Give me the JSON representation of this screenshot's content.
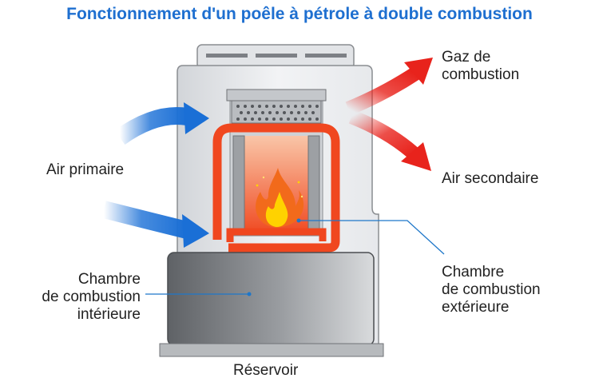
{
  "title": "Fonctionnement d'un poêle à pétrole à double combustion",
  "labels": {
    "gaz_combustion": "Gaz de\ncombustion",
    "air_secondaire": "Air secondaire",
    "air_primaire": "Air primaire",
    "chambre_exterieure": "Chambre\nde combustion\nextérieure",
    "chambre_interieure": "Chambre\nde combustion\nintérieure",
    "reservoir": "Réservoir"
  },
  "colors": {
    "title": "#1e6fd0",
    "primary_air_arrow": "#1a6fd6",
    "hot_arrow": "#e8231c",
    "combustion_chamber": "#f0471f",
    "flame_orange": "#f26a1b",
    "flame_yellow": "#ffd200",
    "callout_line": "#1f77c9"
  }
}
